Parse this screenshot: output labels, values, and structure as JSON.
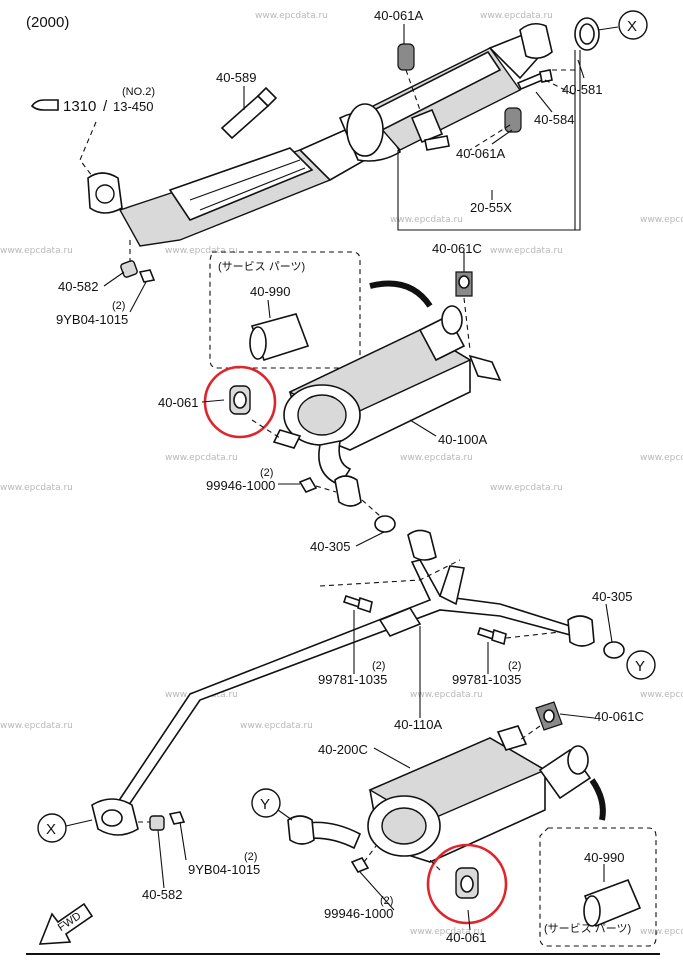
{
  "header": {
    "year_label": "(2000)"
  },
  "watermark": "www.epcdata.ru",
  "reference": {
    "page": "1310",
    "slash": "/",
    "sub": "13-450",
    "note": "(NO.2)"
  },
  "service_box_label": "(サービス パーツ)",
  "callouts": {
    "x_marker": "X",
    "y_marker": "Y",
    "fwd": "FWD"
  },
  "parts": {
    "p40_061A_top": "40-061A",
    "p40_589": "40-589",
    "p40_581": "40-581",
    "p40_584": "40-584",
    "p40_061A_mid": "40-061A",
    "p20_55X": "20-55X",
    "p40_061C_top": "40-061C",
    "p40_990_top": "40-990",
    "p40_582_top": "40-582",
    "qty_9YB04_top": "(2)",
    "p9YB04_top": "9YB04-1015",
    "p40_061_top": "40-061",
    "p40_100A": "40-100A",
    "qty_99946_top": "(2)",
    "p99946_top": "99946-1000",
    "p40_305_left": "40-305",
    "p40_305_right": "40-305",
    "qty_99781_left": "(2)",
    "p99781_left": "99781-1035",
    "qty_99781_right": "(2)",
    "p99781_right": "99781-1035",
    "p40_110A": "40-110A",
    "p40_061C_bottom": "40-061C",
    "p40_200C": "40-200C",
    "qty_9YB04_bottom": "(2)",
    "p9YB04_bottom": "9YB04-1015",
    "p40_582_bottom": "40-582",
    "p40_990_bottom": "40-990",
    "qty_99946_bottom": "(2)",
    "p99946_bottom": "99946-1000",
    "p40_061_bottom": "40-061"
  },
  "colors": {
    "highlight": "#e0242b",
    "line": "#111111"
  }
}
